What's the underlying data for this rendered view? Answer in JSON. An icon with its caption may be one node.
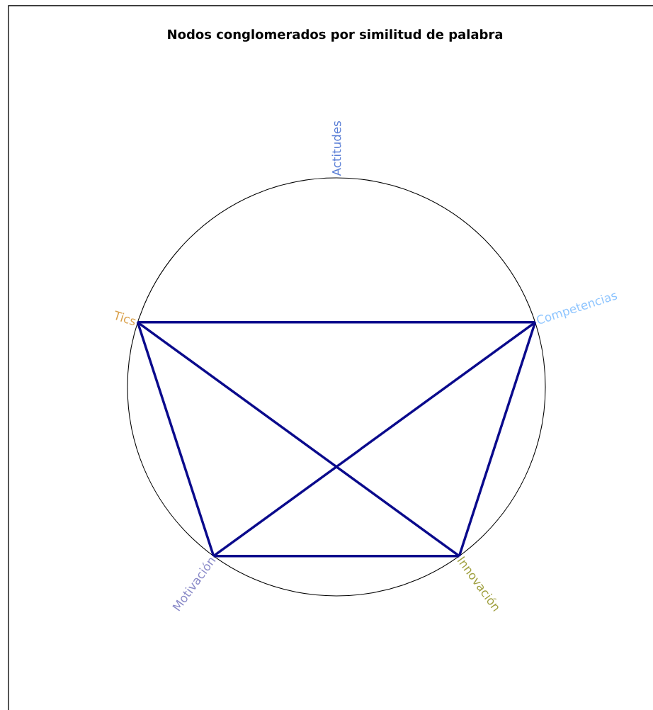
{
  "diagram": {
    "title": "Nodos conglomerados por similitud de palabra",
    "nodes": [
      {
        "text": [
          "Actitudes"
        ]
      },
      {
        "text": [
          "Tics"
        ]
      },
      {
        "text": [
          "Competencias"
        ]
      },
      {
        "text": [
          "Motivación"
        ]
      },
      {
        "text": [
          "Innovación"
        ]
      }
    ],
    "edges": [
      {
        "from": 1,
        "to": 2,
        "arrow": "none"
      },
      {
        "from": 1,
        "to": 3,
        "arrow": "none"
      },
      {
        "from": 1,
        "to": 4,
        "arrow": "none"
      },
      {
        "from": 2,
        "to": 3,
        "arrow": "none"
      },
      {
        "from": 2,
        "to": 4,
        "arrow": "none"
      },
      {
        "from": 3,
        "to": 4,
        "arrow": "none"
      }
    ]
  }
}
